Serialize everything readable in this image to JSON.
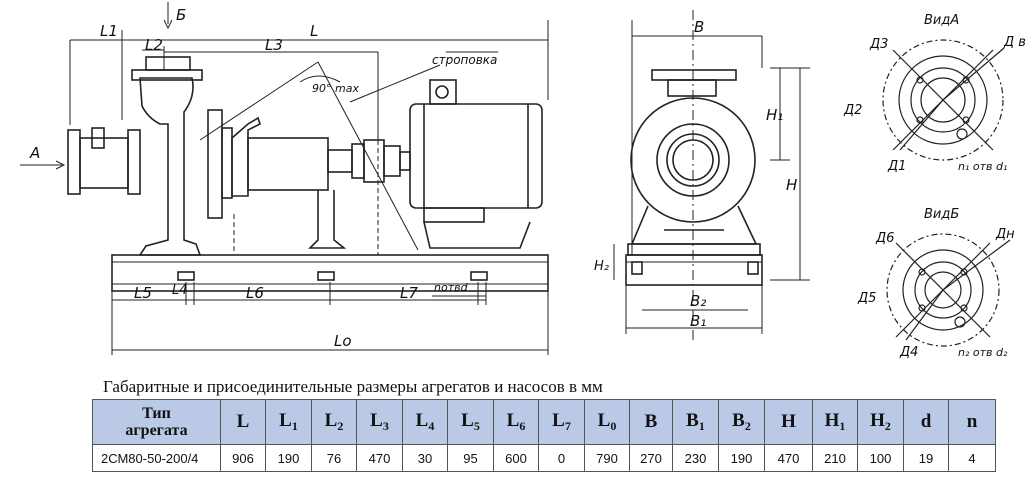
{
  "drawing": {
    "labels": {
      "L1": "L1",
      "L2": "L2",
      "L3": "L3",
      "L": "L",
      "B_view": "Б",
      "A": "А",
      "angle": "90° max",
      "sling": "строповка",
      "L4": "L4",
      "L5": "L5",
      "L6": "L6",
      "L7": "L7",
      "L0": "Lо",
      "holes": "nотвd",
      "B": "B",
      "H": "H",
      "H1": "H₁",
      "H2": "H₂",
      "B1": "B₁",
      "B2": "B₂",
      "viewA": "ВидА",
      "viewB": "ВидБ",
      "D3": "Д3",
      "D_b": "Д в",
      "D2": "Д2",
      "D1": "Д1",
      "n1": "n₁ отв d₁",
      "D6": "Д6",
      "DH": "Дн",
      "D5": "Д5",
      "D4": "Д4",
      "n2": "n₂ отв d₂"
    }
  },
  "caption": "Габаритные и присоединительные размеры агрегатов и насосов в мм",
  "table": {
    "type_header_line1": "Тип",
    "type_header_line2": "агрегата",
    "columns": [
      {
        "main": "L",
        "sub": ""
      },
      {
        "main": "L",
        "sub": "1"
      },
      {
        "main": "L",
        "sub": "2"
      },
      {
        "main": "L",
        "sub": "3"
      },
      {
        "main": "L",
        "sub": "4"
      },
      {
        "main": "L",
        "sub": "5"
      },
      {
        "main": "L",
        "sub": "6"
      },
      {
        "main": "L",
        "sub": "7"
      },
      {
        "main": "L",
        "sub": "0"
      },
      {
        "main": "B",
        "sub": ""
      },
      {
        "main": "B",
        "sub": "1"
      },
      {
        "main": "B",
        "sub": "2"
      },
      {
        "main": "H",
        "sub": ""
      },
      {
        "main": "H",
        "sub": "1"
      },
      {
        "main": "H",
        "sub": "2"
      },
      {
        "main": "d",
        "sub": ""
      },
      {
        "main": "n",
        "sub": ""
      }
    ],
    "rows": [
      {
        "type": "2СМ80-50-200/4",
        "values": [
          "906",
          "190",
          "76",
          "470",
          "30",
          "95",
          "600",
          "0",
          "790",
          "270",
          "230",
          "190",
          "470",
          "210",
          "100",
          "19",
          "4"
        ]
      }
    ]
  }
}
